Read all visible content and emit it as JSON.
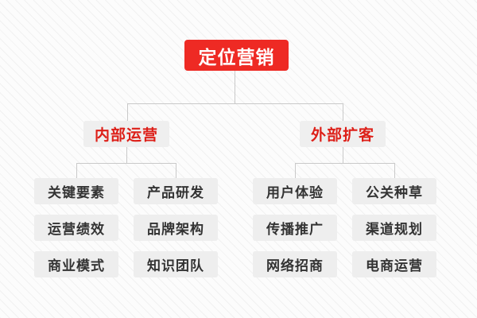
{
  "diagram": {
    "type": "org-chart",
    "orientation": "top-down",
    "levels": 3,
    "colors": {
      "root_background": "#ee2a24",
      "root_text": "#ffffff",
      "branch_background": "#efefef",
      "branch_text": "#dd1f18",
      "leaf_background": "#eeeeee",
      "leaf_text": "#333333",
      "connector": "#c9c9c9",
      "canvas_background": "#fbfbfb"
    },
    "root": {
      "label": "定位营销"
    },
    "branches": [
      {
        "label": "内部运营",
        "columns": [
          {
            "items": [
              "关键要素",
              "运营绩效",
              "商业模式"
            ]
          },
          {
            "items": [
              "产品研发",
              "品牌架构",
              "知识团队"
            ]
          }
        ]
      },
      {
        "label": "外部扩客",
        "columns": [
          {
            "items": [
              "用户体验",
              "传播推广",
              "网络招商"
            ]
          },
          {
            "items": [
              "公关种草",
              "渠道规划",
              "电商运营"
            ]
          }
        ]
      }
    ]
  }
}
